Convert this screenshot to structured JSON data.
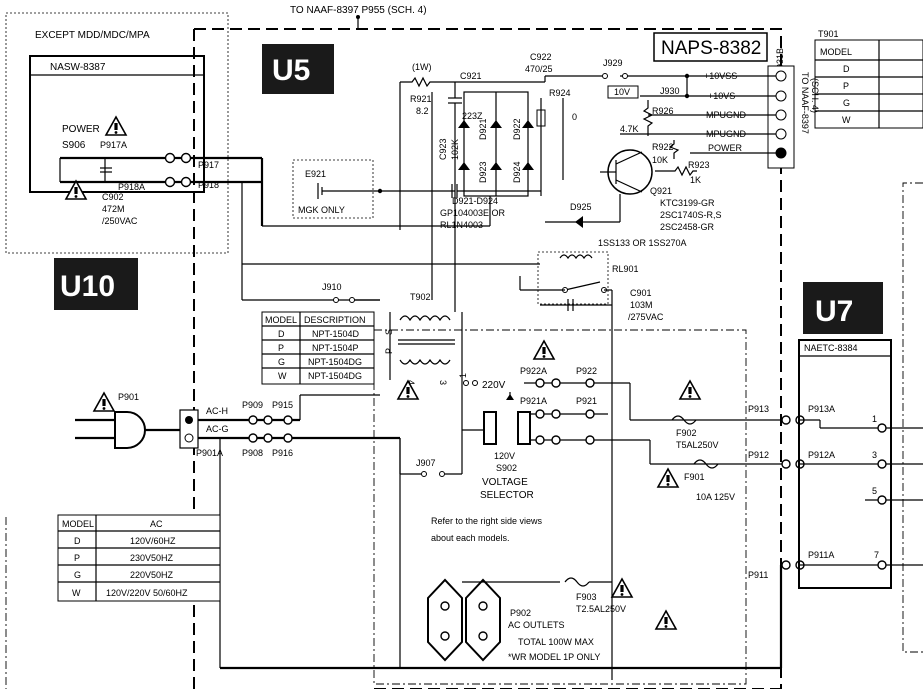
{
  "header": {
    "top_ref": "TO NAAF-8397 P955 (SCH. 4)"
  },
  "units": {
    "u5": "U5",
    "u10": "U10",
    "u7": "U7"
  },
  "boards": {
    "naps": "NAPS-8382",
    "nasw": "NASW-8387",
    "except": "EXCEPT MDD/MDC/MPA",
    "naetc": "NAETC-8384",
    "p931b": "P931B",
    "to_naaf_right": "TO NAAF-8397",
    "to_naaf_sch": "(SCH. 4)"
  },
  "labels": {
    "power": "POWER",
    "s906": "S906",
    "p917a": "P917A",
    "p918a": "P918A",
    "c902": "C902",
    "c902_v": "472M",
    "c902_r": "/250VAC",
    "p917": "P917",
    "p918": "P918",
    "e921": "E921",
    "mgk": "MGK ONLY",
    "w1": "(1W)",
    "r921": "R921",
    "r921_v": "8.2",
    "c921": "C921",
    "c921_v": "223Z",
    "c922": "C922",
    "c922_v": "470/25",
    "c923": "C923",
    "c923_v": "102K",
    "d921": "D921",
    "d922": "D922",
    "d923": "D923",
    "d924": "D924",
    "d921_924": "D921-D924",
    "gp": "GP104003E OR",
    "rl": "RL1N4003",
    "r924": "R924",
    "r924_v": "0",
    "j929": "J929",
    "j930": "J930",
    "v10": "10V",
    "p10vss": "+10VSS",
    "p10vs": "+10VS",
    "mpugnd1": "MPUGND",
    "mpugnd2": "MPUGND",
    "pwr": "POWER",
    "r926": "R926",
    "r926_v": "4.7K",
    "r922": "R922",
    "r922_v": "10K",
    "r923": "R923",
    "r923_v": "1K",
    "q921": "Q921",
    "q921_a": "KTC3199-GR",
    "q921_b": "2SC1740S-R,S",
    "q921_c": "2SC2458-GR",
    "d925": "D925",
    "d925_v": "1SS133  OR 1SS270A",
    "rl901": "RL901",
    "c901": "C901",
    "c901_v": "103M",
    "c901_r": "/275VAC",
    "j910": "J910",
    "t902": "T902",
    "tp": "P",
    "ts": "S",
    "t4": "4",
    "t3": "3",
    "t1": "1",
    "p901": "P901",
    "ach": "AC-H",
    "acg": "AC-G",
    "p901a": "P901A",
    "p909": "P909",
    "p915": "P915",
    "p908": "P908",
    "p916": "P916",
    "j907": "J907",
    "v220": "220V",
    "p922a": "P922A",
    "p922": "P922",
    "p921a": "P921A",
    "p921": "P921",
    "v120": "120V",
    "s902": "S902",
    "vsel1": "VOLTAGE",
    "vsel2": "SELECTOR",
    "note1": "Refer to the right side views",
    "note2": "about each models.",
    "f902": "F902",
    "f902_v": "T5AL250V",
    "f901": "F901",
    "f901_v": "10A 125V",
    "f903": "F903",
    "f903_v": "T2.5AL250V",
    "p913": "P913",
    "p913a": "P913A",
    "p912": "P912",
    "p912a": "P912A",
    "p911": "P911",
    "p911a": "P911A",
    "pin1": "1",
    "pin3": "3",
    "pin5": "5",
    "pin7": "7",
    "p902": "P902",
    "outlets": "AC OUTLETS",
    "total": "TOTAL 100W MAX",
    "wr": "*WR MODEL 1P ONLY"
  },
  "t901_table": {
    "title": "T901",
    "header": "MODEL",
    "rows": [
      "D",
      "P",
      "G",
      "W"
    ]
  },
  "t902_table": {
    "headers": [
      "MODEL",
      "DESCRIPTION"
    ],
    "rows": [
      [
        "D",
        "NPT-1504D"
      ],
      [
        "P",
        "NPT-1504P"
      ],
      [
        "G",
        "NPT-1504DG"
      ],
      [
        "W",
        "NPT-1504DG"
      ]
    ]
  },
  "ac_table": {
    "headers": [
      "MODEL",
      "AC"
    ],
    "rows": [
      [
        "D",
        "120V/60HZ"
      ],
      [
        "P",
        "230V50HZ"
      ],
      [
        "G",
        "220V50HZ"
      ],
      [
        "W",
        "120V/220V 50/60HZ"
      ]
    ]
  }
}
